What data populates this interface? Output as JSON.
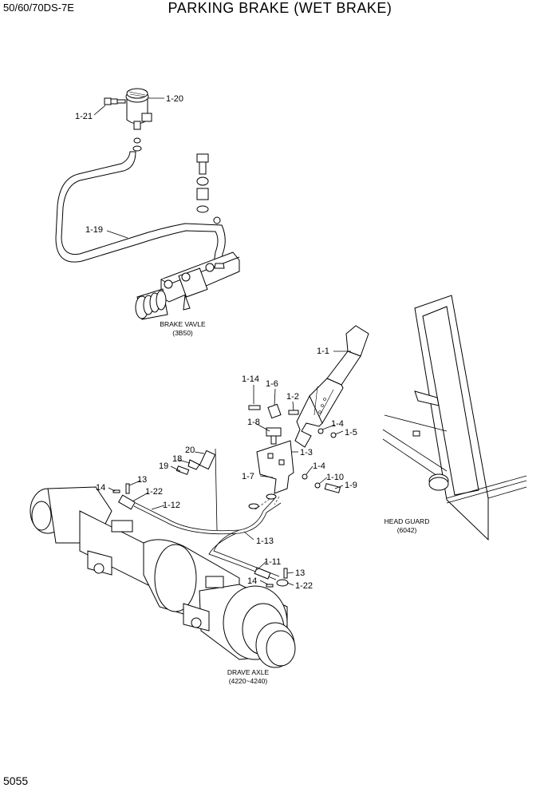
{
  "header": {
    "model": "50/60/70DS-7E",
    "title": "PARKING BRAKE (WET BRAKE)"
  },
  "page_number": "5055",
  "callouts": [
    "1-20",
    "1-21",
    "1-19",
    "1-1",
    "1-14",
    "1-6",
    "1-2",
    "1-8",
    "1-4",
    "1-5",
    "20",
    "18",
    "19",
    "1-3",
    "1-7",
    "13",
    "14",
    "1-22",
    "1-12",
    "1-13",
    "1-11",
    "13",
    "14",
    "1-22",
    "1-4",
    "1-10",
    "1-9"
  ],
  "captions": {
    "brake_valve": [
      "BRAKE VAVLE",
      "(3B50)"
    ],
    "head_guard": [
      "HEAD GUARD",
      "(6042)"
    ],
    "drive_axle": [
      "DRAVE AXLE",
      "(4220~4240)"
    ]
  }
}
